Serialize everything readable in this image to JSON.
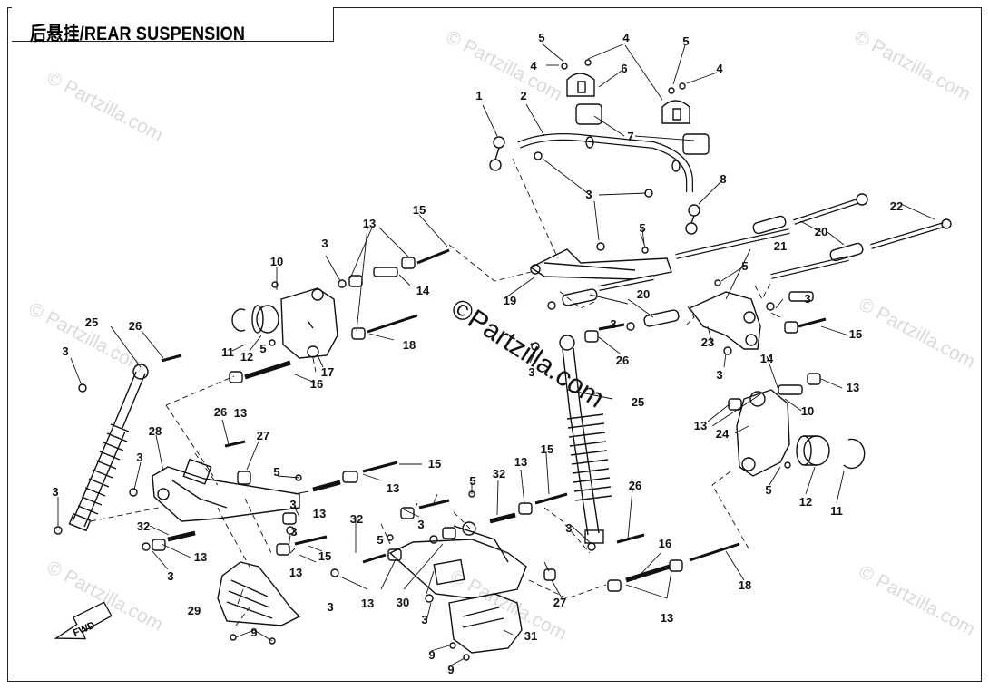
{
  "title": "后悬挂/REAR SUSPENSION",
  "watermark": "© Partzilla.com",
  "center_watermark": "©Partzilla.com",
  "fwd_label": "FWD",
  "callouts": [
    "1",
    "2",
    "3",
    "4",
    "5",
    "6",
    "7",
    "8",
    "9",
    "10",
    "11",
    "12",
    "13",
    "14",
    "15",
    "16",
    "17",
    "18",
    "19",
    "20",
    "21",
    "22",
    "23",
    "24",
    "25",
    "26",
    "27",
    "28",
    "29",
    "30",
    "31",
    "32"
  ],
  "colors": {
    "line": "#111111",
    "frame": "#222222",
    "watermark": "#bdbdbd"
  }
}
